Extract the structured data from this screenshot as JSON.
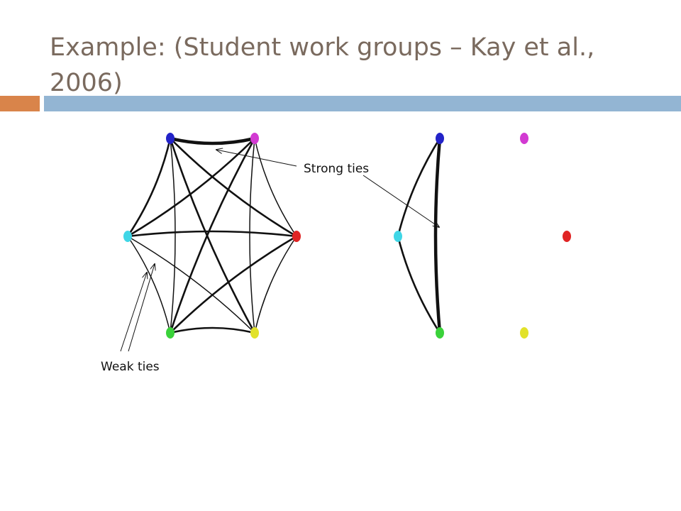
{
  "slide": {
    "title": "Example: (Student work groups – Kay et al., 2006)",
    "accent_colors": {
      "orange": "#d9844a",
      "blue": "#93b5d3"
    }
  },
  "annotations": {
    "strong_ties": "Strong ties",
    "weak_ties": "Weak ties"
  },
  "diagram": {
    "edge_color": "#111111",
    "nodes": [
      {
        "id": "blue",
        "color": "#2323c8"
      },
      {
        "id": "magenta",
        "color": "#d23ad2"
      },
      {
        "id": "cyan",
        "color": "#3fd6e6"
      },
      {
        "id": "red",
        "color": "#e02424"
      },
      {
        "id": "green",
        "color": "#3ad23a"
      },
      {
        "id": "yellow",
        "color": "#e2e22a"
      }
    ],
    "full_network": {
      "edges": [
        {
          "from": "blue",
          "to": "magenta",
          "strength": "strong"
        },
        {
          "from": "blue",
          "to": "cyan",
          "strength": "medium"
        },
        {
          "from": "blue",
          "to": "red",
          "strength": "medium"
        },
        {
          "from": "blue",
          "to": "green",
          "strength": "weak"
        },
        {
          "from": "blue",
          "to": "yellow",
          "strength": "medium"
        },
        {
          "from": "magenta",
          "to": "cyan",
          "strength": "medium"
        },
        {
          "from": "magenta",
          "to": "red",
          "strength": "weak"
        },
        {
          "from": "magenta",
          "to": "green",
          "strength": "medium"
        },
        {
          "from": "magenta",
          "to": "yellow",
          "strength": "weak"
        },
        {
          "from": "cyan",
          "to": "red",
          "strength": "medium"
        },
        {
          "from": "cyan",
          "to": "green",
          "strength": "weak"
        },
        {
          "from": "cyan",
          "to": "yellow",
          "strength": "weak"
        },
        {
          "from": "red",
          "to": "green",
          "strength": "medium"
        },
        {
          "from": "red",
          "to": "yellow",
          "strength": "weak"
        },
        {
          "from": "green",
          "to": "yellow",
          "strength": "medium"
        }
      ]
    },
    "strong_network": {
      "edges": [
        {
          "from": "blue",
          "to": "green",
          "strength": "strong"
        },
        {
          "from": "blue",
          "to": "cyan",
          "strength": "medium"
        },
        {
          "from": "cyan",
          "to": "green",
          "strength": "medium"
        }
      ]
    }
  }
}
